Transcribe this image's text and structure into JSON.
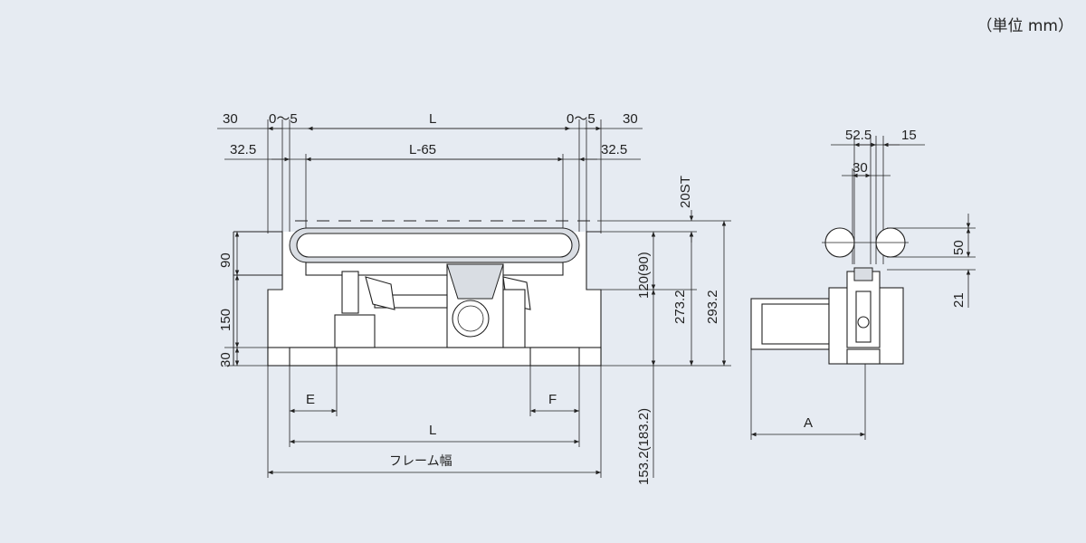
{
  "unit_label": "（単位 mm）",
  "front_view": {
    "top_left_30": "30",
    "top_left_gap": "0～5",
    "top_L": "L",
    "top_right_gap": "0～5",
    "top_right_30": "30",
    "left_32_5": "32.5",
    "inner_L_65": "L-65",
    "right_32_5": "32.5",
    "stroke_20ST": "20ST",
    "left_90": "90",
    "left_150": "150",
    "left_30": "30",
    "h_120_90": "120(90)",
    "h_273_2": "273.2",
    "h_293_2": "293.2",
    "h_153_2": "153.2(183.2)",
    "label_E": "E",
    "label_F": "F",
    "bottom_L": "L",
    "frame_width": "フレーム幅"
  },
  "side_view": {
    "d_52_5": "52.5",
    "d_15": "15",
    "d_30": "30",
    "d_50": "50",
    "d_21": "21",
    "label_A": "A"
  }
}
